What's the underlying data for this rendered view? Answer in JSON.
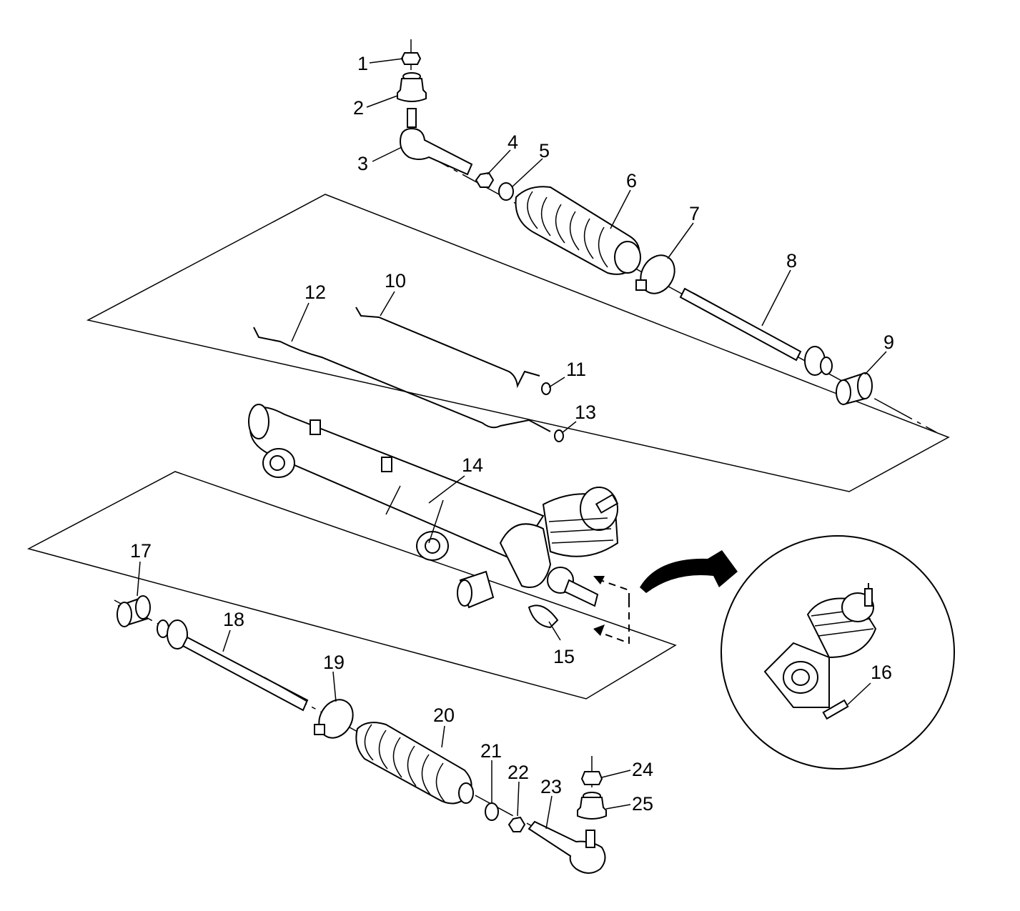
{
  "callouts": [
    {
      "id": 1,
      "label": "1"
    },
    {
      "id": 2,
      "label": "2"
    },
    {
      "id": 3,
      "label": "3"
    },
    {
      "id": 4,
      "label": "4"
    },
    {
      "id": 5,
      "label": "5"
    },
    {
      "id": 6,
      "label": "6"
    },
    {
      "id": 7,
      "label": "7"
    },
    {
      "id": 8,
      "label": "8"
    },
    {
      "id": 9,
      "label": "9"
    },
    {
      "id": 10,
      "label": "10"
    },
    {
      "id": 11,
      "label": "11"
    },
    {
      "id": 12,
      "label": "12"
    },
    {
      "id": 13,
      "label": "13"
    },
    {
      "id": 14,
      "label": "14"
    },
    {
      "id": 15,
      "label": "15"
    },
    {
      "id": 16,
      "label": "16"
    },
    {
      "id": 17,
      "label": "17"
    },
    {
      "id": 18,
      "label": "18"
    },
    {
      "id": 19,
      "label": "19"
    },
    {
      "id": 20,
      "label": "20"
    },
    {
      "id": 21,
      "label": "21"
    },
    {
      "id": 22,
      "label": "22"
    },
    {
      "id": 23,
      "label": "23"
    },
    {
      "id": 24,
      "label": "24"
    },
    {
      "id": 25,
      "label": "25"
    }
  ],
  "colors": {
    "line": "#000000",
    "background": "#ffffff",
    "shade": "#d9d9d9"
  }
}
